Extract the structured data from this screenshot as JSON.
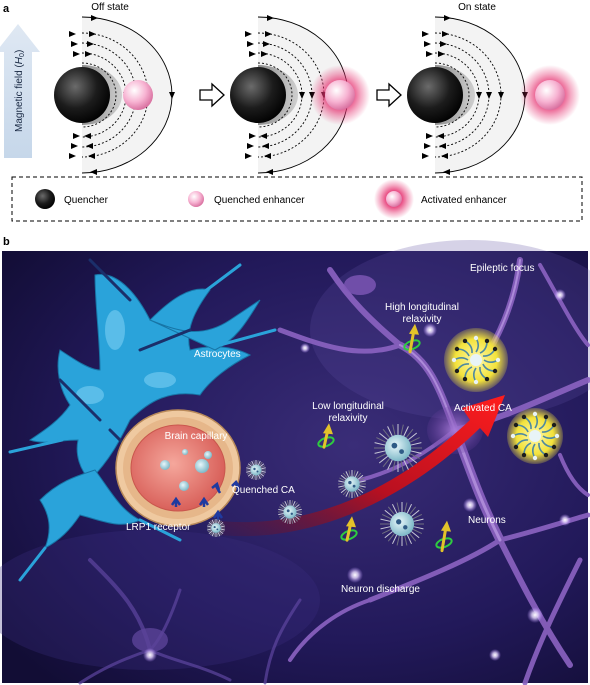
{
  "panel_a": {
    "letter": "a",
    "axis": {
      "label": "Magnetic field (",
      "symbol": "H",
      "subscript": "0",
      "close": ")"
    },
    "states": {
      "off": "Off state",
      "on": "On state"
    },
    "legend": {
      "quencher": "Quencher",
      "quenched_enhancer": "Quenched enhancer",
      "activated_enhancer": "Activated enhancer"
    }
  },
  "panel_b": {
    "letter": "b",
    "labels": {
      "epileptic_focus": "Epileptic focus",
      "high_relaxivity_1": "High longitudinal",
      "high_relaxivity_2": "relaxivity",
      "astrocytes": "Astrocytes",
      "low_relaxivity_1": "Low longitudinal",
      "low_relaxivity_2": "relaxivity",
      "activated_ca": "Activated CA",
      "brain_capillary": "Brain capillary",
      "quenched_ca": "Quenched CA",
      "lrp1_receptor": "LRP1 receptor",
      "neurons": "Neurons",
      "neuron_discharge": "Neuron discharge"
    }
  },
  "colors": {
    "background_dark": "#1c1547",
    "arrow_red": "#e8161a",
    "glow_pink": "#e5306f",
    "astrocyte_blue": "#2aa3da",
    "neuron_purple": "#9a6cc8",
    "capillary_red": "#e8776f"
  }
}
